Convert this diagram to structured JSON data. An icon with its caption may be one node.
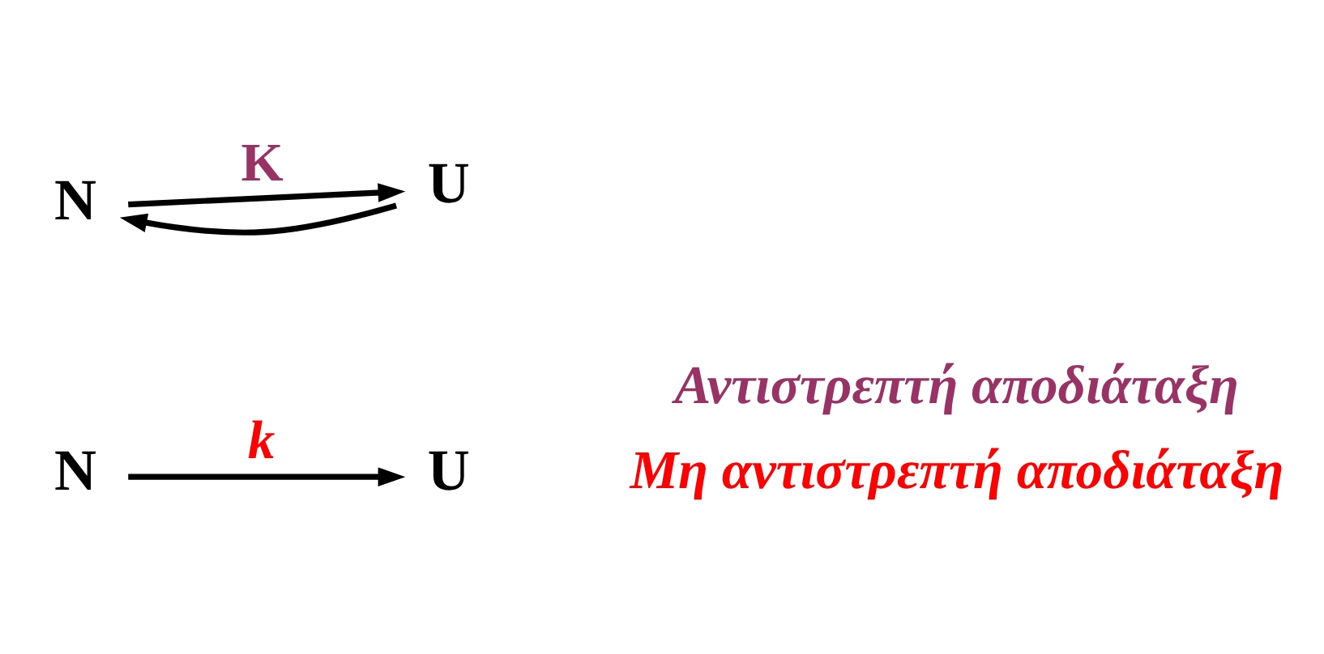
{
  "diagram": {
    "nodes": [
      {
        "text": [
          "N"
        ]
      },
      {
        "text": [
          "U"
        ]
      },
      {
        "text": [
          "N"
        ]
      },
      {
        "text": [
          "U"
        ]
      }
    ],
    "edges": [
      {
        "from": 0,
        "to": 1,
        "arrow": "to",
        "label": "k"
      },
      {
        "from": 2,
        "to": 3,
        "arrow": "to",
        "label": "K"
      },
      {
        "from": 3,
        "to": 2,
        "arrow": "to"
      }
    ],
    "labels": [
      "Μη αντιστρεπτή αποδιάταξη",
      "Αντιστρεπτή αποδιάταξη"
    ]
  }
}
